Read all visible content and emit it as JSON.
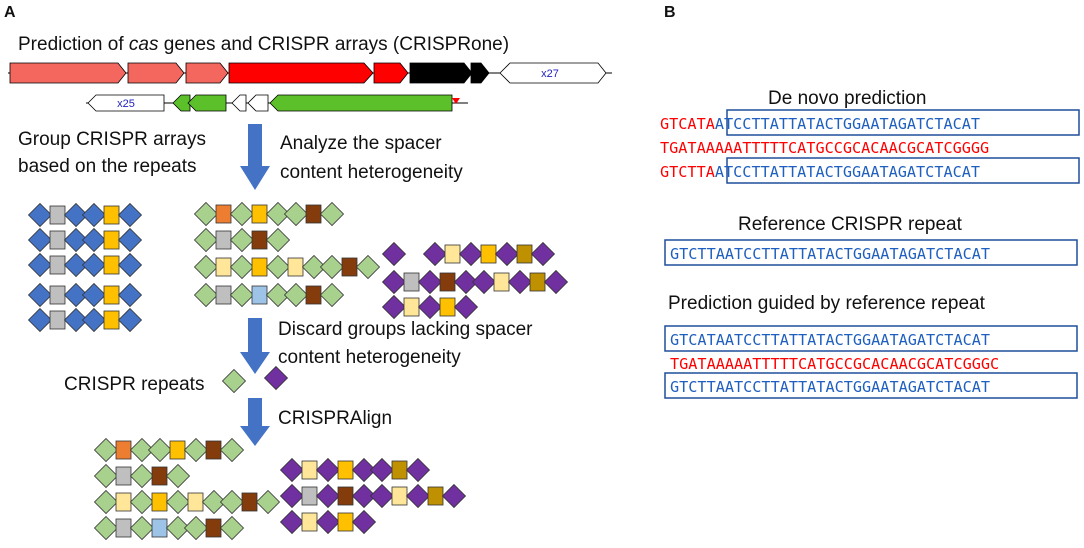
{
  "panel_a": {
    "letter": "A",
    "title_pre": "Prediction of ",
    "title_italic": "cas",
    "title_post": " genes and CRISPR arrays (CRISPRone)",
    "gene_labels": {
      "row1": "x27",
      "row2": "x25"
    },
    "step1_left_line1": "Group CRISPR arrays",
    "step1_left_line2": "based on the repeats",
    "step1_right_line1": "Analyze the spacer",
    "step1_right_line2": "content heterogeneity",
    "step2_line1": "Discard groups lacking spacer",
    "step2_line2": "content heterogeneity",
    "repeats_label": "CRISPR repeats",
    "step3_label": "CRISPRAlign"
  },
  "panel_b": {
    "letter": "B",
    "de_novo_title": "De novo prediction",
    "de_novo_lines": [
      {
        "red": "GTCATA",
        "blue": "ATCCTTATTATACTGGAATAGATCTACAT"
      },
      {
        "red": "TGATAAAAATTTTTCATGCCGCACAACGCATCGGGG",
        "blue": ""
      },
      {
        "red": "GTCTTA",
        "blue": "ATCCTTATTATACTGGAATAGATCTACAT"
      }
    ],
    "reference_title": "Reference CRISPR repeat",
    "reference_seq": "GTCTTAATCCTTATTATACTGGAATAGATCTACAT",
    "guided_title": "Prediction guided by reference repeat",
    "guided_lines": [
      {
        "red": "",
        "blue": "GTCATAATCCTTATTATACTGGAATAGATCTACAT"
      },
      {
        "red": "TGATAAAAATTTTTCATGCCGCACAACGCATCGGGC",
        "blue": ""
      },
      {
        "red": "",
        "blue": "GTCTTAATCCTTATTATACTGGAATAGATCTACAT"
      }
    ]
  },
  "colors": {
    "repeat_blue": "#4472c4",
    "repeat_green": "#a9d18e",
    "repeat_purple": "#7030a0",
    "spacer_gray": "#bfbfbf",
    "spacer_yellow": "#ffc000",
    "spacer_brown": "#843c0c",
    "spacer_orange": "#ed7d31",
    "spacer_lightyellow": "#ffe699",
    "spacer_lightblue": "#9dc3e6",
    "spacer_gold": "#bf9000",
    "gene_salmon": "#f4675f",
    "gene_red": "#ff0000",
    "gene_black": "#000000",
    "gene_green": "#5cc02b",
    "arrow_blue": "#4472c4",
    "seq_red": "#ff0000",
    "seq_blue": "#1f5fbf"
  }
}
